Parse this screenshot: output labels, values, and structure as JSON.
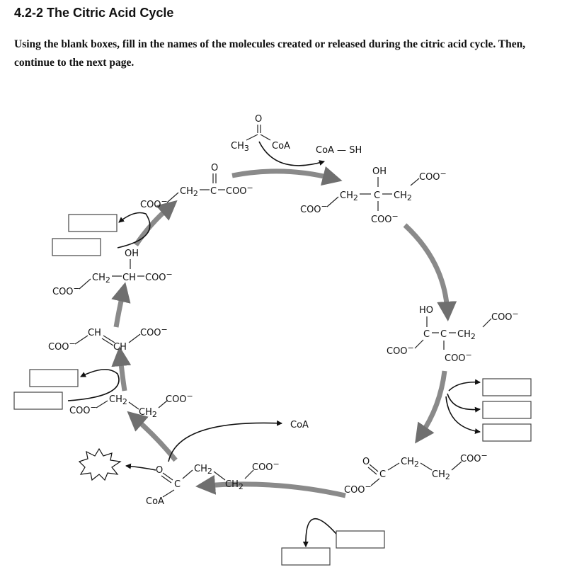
{
  "header": {
    "title": "4.2-2 The Citric Acid Cycle",
    "instructions": "Using the blank boxes, fill in the names of the molecules created or released during the citric acid cycle. Then, continue to the next page."
  },
  "labels": {
    "coo": "COO",
    "charge": "−",
    "ch2": "CH",
    "sub2": "2",
    "ch3": "CH",
    "sub3": "3",
    "ch": "CH",
    "c": "C",
    "oh": "OH",
    "ho": "HO",
    "o": "O",
    "coa": "CoA",
    "coa_sh": "CoA — SH"
  },
  "colors": {
    "cycle_arrow": "#8a8a8a",
    "thin_arrow": "#111111"
  },
  "answer_boxes": [
    "",
    "",
    "",
    "",
    "",
    "",
    "",
    "",
    "",
    ""
  ]
}
